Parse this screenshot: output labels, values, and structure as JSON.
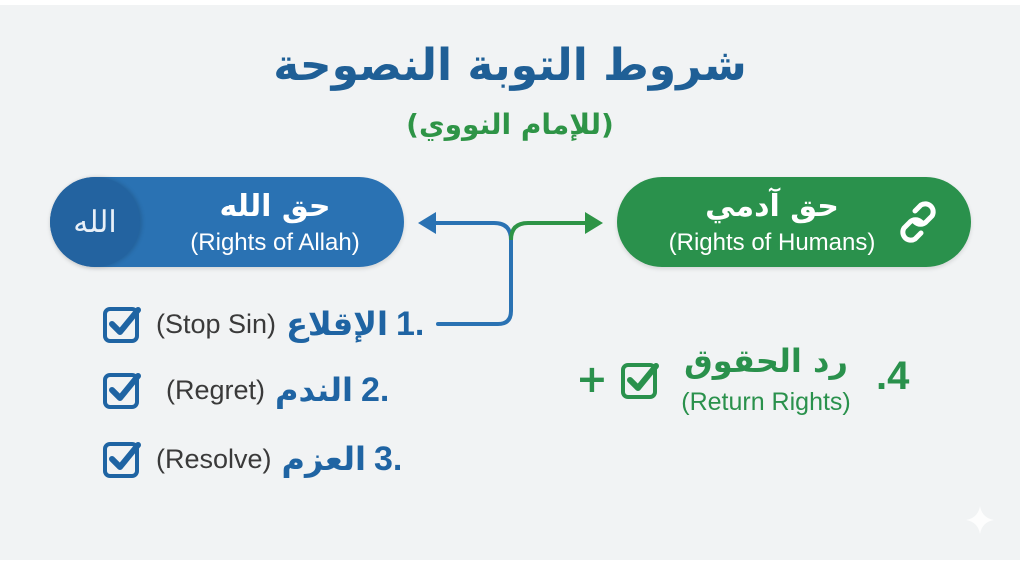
{
  "header": {
    "title": "شروط التوبة النصوحة",
    "subtitle": "(للإمام النووي)"
  },
  "categories": {
    "left": {
      "title_ar": "حق الله",
      "title_en": "(Rights of Allah)",
      "icon": "allah-calligraphy-icon",
      "icon_glyph": "الله",
      "color": "#2a72b3"
    },
    "right": {
      "title_ar": "حق آدمي",
      "title_en": "(Rights of Humans)",
      "icon": "chain-link-icon",
      "color": "#2a914c"
    }
  },
  "steps": [
    {
      "number": "1.",
      "ar": "الإقلاع",
      "en": "(Stop Sin)",
      "checked": true
    },
    {
      "number": "2.",
      "ar": "الندم",
      "en": "(Regret)",
      "checked": true
    },
    {
      "number": "3.",
      "ar": "العزم",
      "en": "(Resolve)",
      "checked": true
    }
  ],
  "extra_step": {
    "number": ".4",
    "ar": "رد الحقوق",
    "en": "(Return Rights)",
    "prefix": "+",
    "checked": true
  },
  "colors": {
    "blue": "#1f64a3",
    "green": "#2a914c",
    "background": "#f1f3f4"
  }
}
